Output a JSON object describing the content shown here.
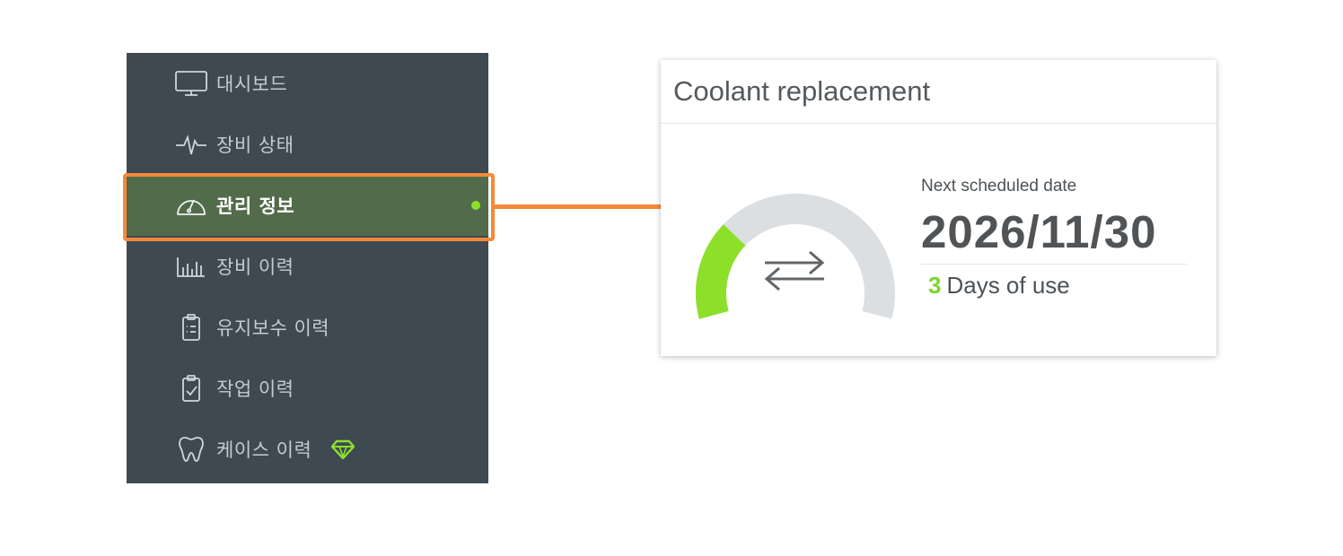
{
  "sidebar": {
    "items": [
      {
        "label": "대시보드",
        "icon": "monitor-icon"
      },
      {
        "label": "장비 상태",
        "icon": "pulse-icon"
      },
      {
        "label": "관리 정보",
        "icon": "gauge-icon",
        "active": true
      },
      {
        "label": "장비 이력",
        "icon": "bar-chart-icon"
      },
      {
        "label": "유지보수 이력",
        "icon": "clipboard-list-icon"
      },
      {
        "label": "작업 이력",
        "icon": "clipboard-check-icon"
      },
      {
        "label": "케이스 이력",
        "icon": "tooth-icon",
        "badge_icon": "diamond-icon"
      }
    ]
  },
  "card": {
    "title": "Coolant replacement",
    "next_label": "Next scheduled date",
    "next_date": "2026/11/30",
    "days_value": "3",
    "days_label": "Days of use",
    "gauge_fraction": 0.28,
    "icon": "swap-arrows-icon"
  },
  "colors": {
    "sidebar_bg": "#3e4952",
    "active_bg": "#526b4a",
    "accent_green": "#8de02a",
    "highlight_orange": "#f68938",
    "gauge_track": "#dcdfe1"
  }
}
